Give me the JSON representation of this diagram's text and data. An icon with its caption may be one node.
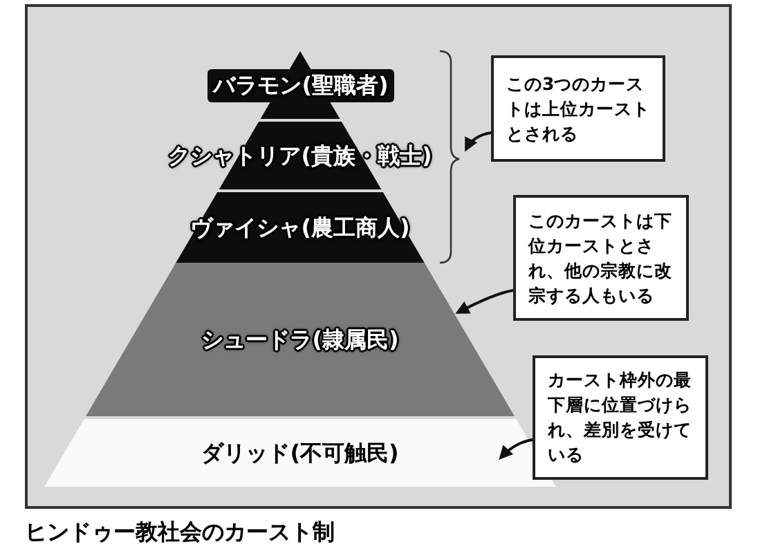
{
  "diagram": {
    "title": "ヒンドゥー教社会のカースト制",
    "nodes": [
      {
        "text": [
          "バラモン(聖職者)"
        ]
      },
      {
        "text": [
          "クシャトリア(貴族・戦士)"
        ]
      },
      {
        "text": [
          "ヴァイシャ(農工商人)"
        ]
      },
      {
        "text": [
          "シュードラ(隷属民)"
        ]
      },
      {
        "text": [
          "ダリッド(不可触民)"
        ]
      },
      {
        "text": [
          "この3つのカーストは上位カーストとされる"
        ]
      },
      {
        "text": [
          "このカーストは下位カーストとされ、他の宗教に改宗する人もいる"
        ]
      },
      {
        "text": [
          "カースト枠外の最下層に位置づけられ、差別を受けている"
        ]
      }
    ],
    "edges": [
      {
        "from": 5,
        "to": null,
        "arrow": "to"
      },
      {
        "from": 6,
        "to": 3,
        "arrow": "to"
      },
      {
        "from": 7,
        "to": 4,
        "arrow": "to"
      }
    ]
  }
}
